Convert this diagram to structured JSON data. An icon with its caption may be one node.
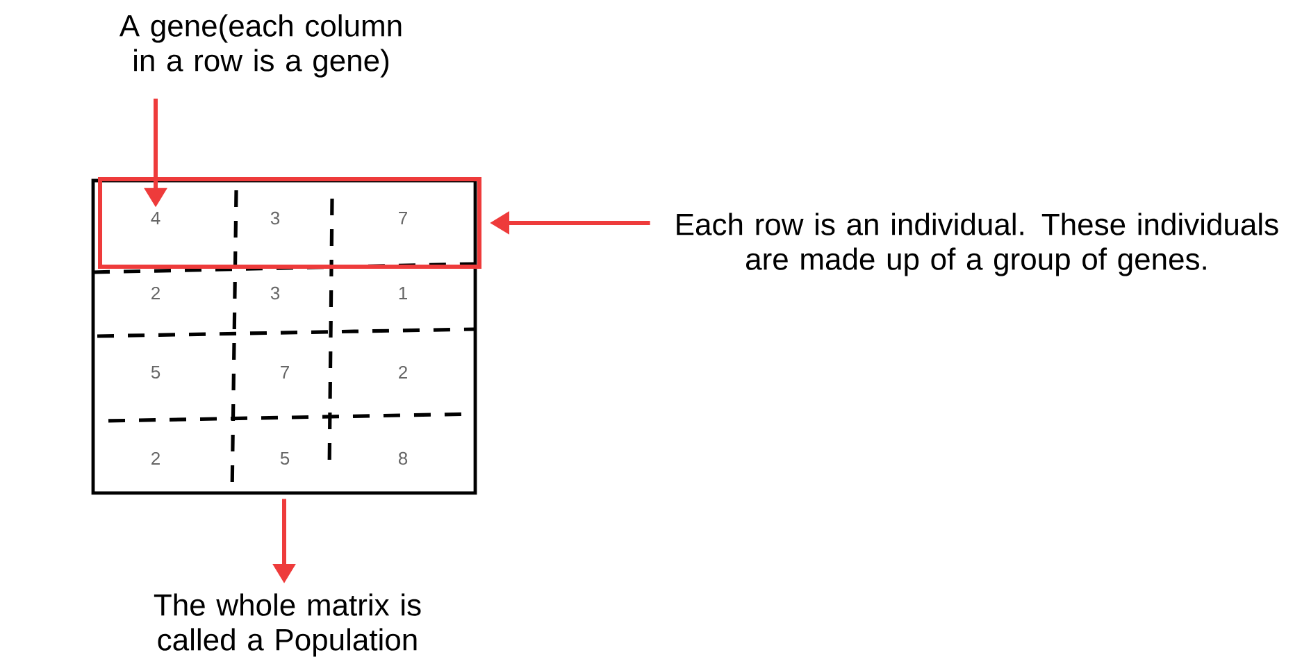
{
  "diagram": {
    "nodes": [
      {
        "text": [
          "A gene(each column in a row is a gene)"
        ]
      },
      {
        "text": [],
        "shape": "box"
      },
      {
        "text": [],
        "shape": "box",
        "in": 1
      },
      {
        "text": [
          "4"
        ],
        "in": 2
      },
      {
        "text": [
          "3"
        ],
        "in": 2
      },
      {
        "text": [
          "7"
        ],
        "in": 2
      },
      {
        "text": [
          "2"
        ],
        "in": 1
      },
      {
        "text": [
          "3"
        ],
        "in": 1
      },
      {
        "text": [
          "1"
        ],
        "in": 1
      },
      {
        "text": [
          "5"
        ],
        "in": 1
      },
      {
        "text": [
          "7"
        ],
        "in": 1
      },
      {
        "text": [
          "2"
        ],
        "in": 1
      },
      {
        "text": [
          "2"
        ],
        "in": 1
      },
      {
        "text": [
          "5"
        ],
        "in": 1
      },
      {
        "text": [
          "8"
        ],
        "in": 1
      },
      {
        "text": [
          "Each row is an individual. These individuals are made up of a group of genes."
        ]
      },
      {
        "text": [
          "The whole matrix is called a Population"
        ]
      }
    ],
    "edges": [
      {
        "from": 0,
        "to": 3,
        "arrow": "to"
      },
      {
        "from": 15,
        "to": 2,
        "arrow": "to"
      },
      {
        "from": 1,
        "to": 16,
        "arrow": "to"
      }
    ]
  }
}
